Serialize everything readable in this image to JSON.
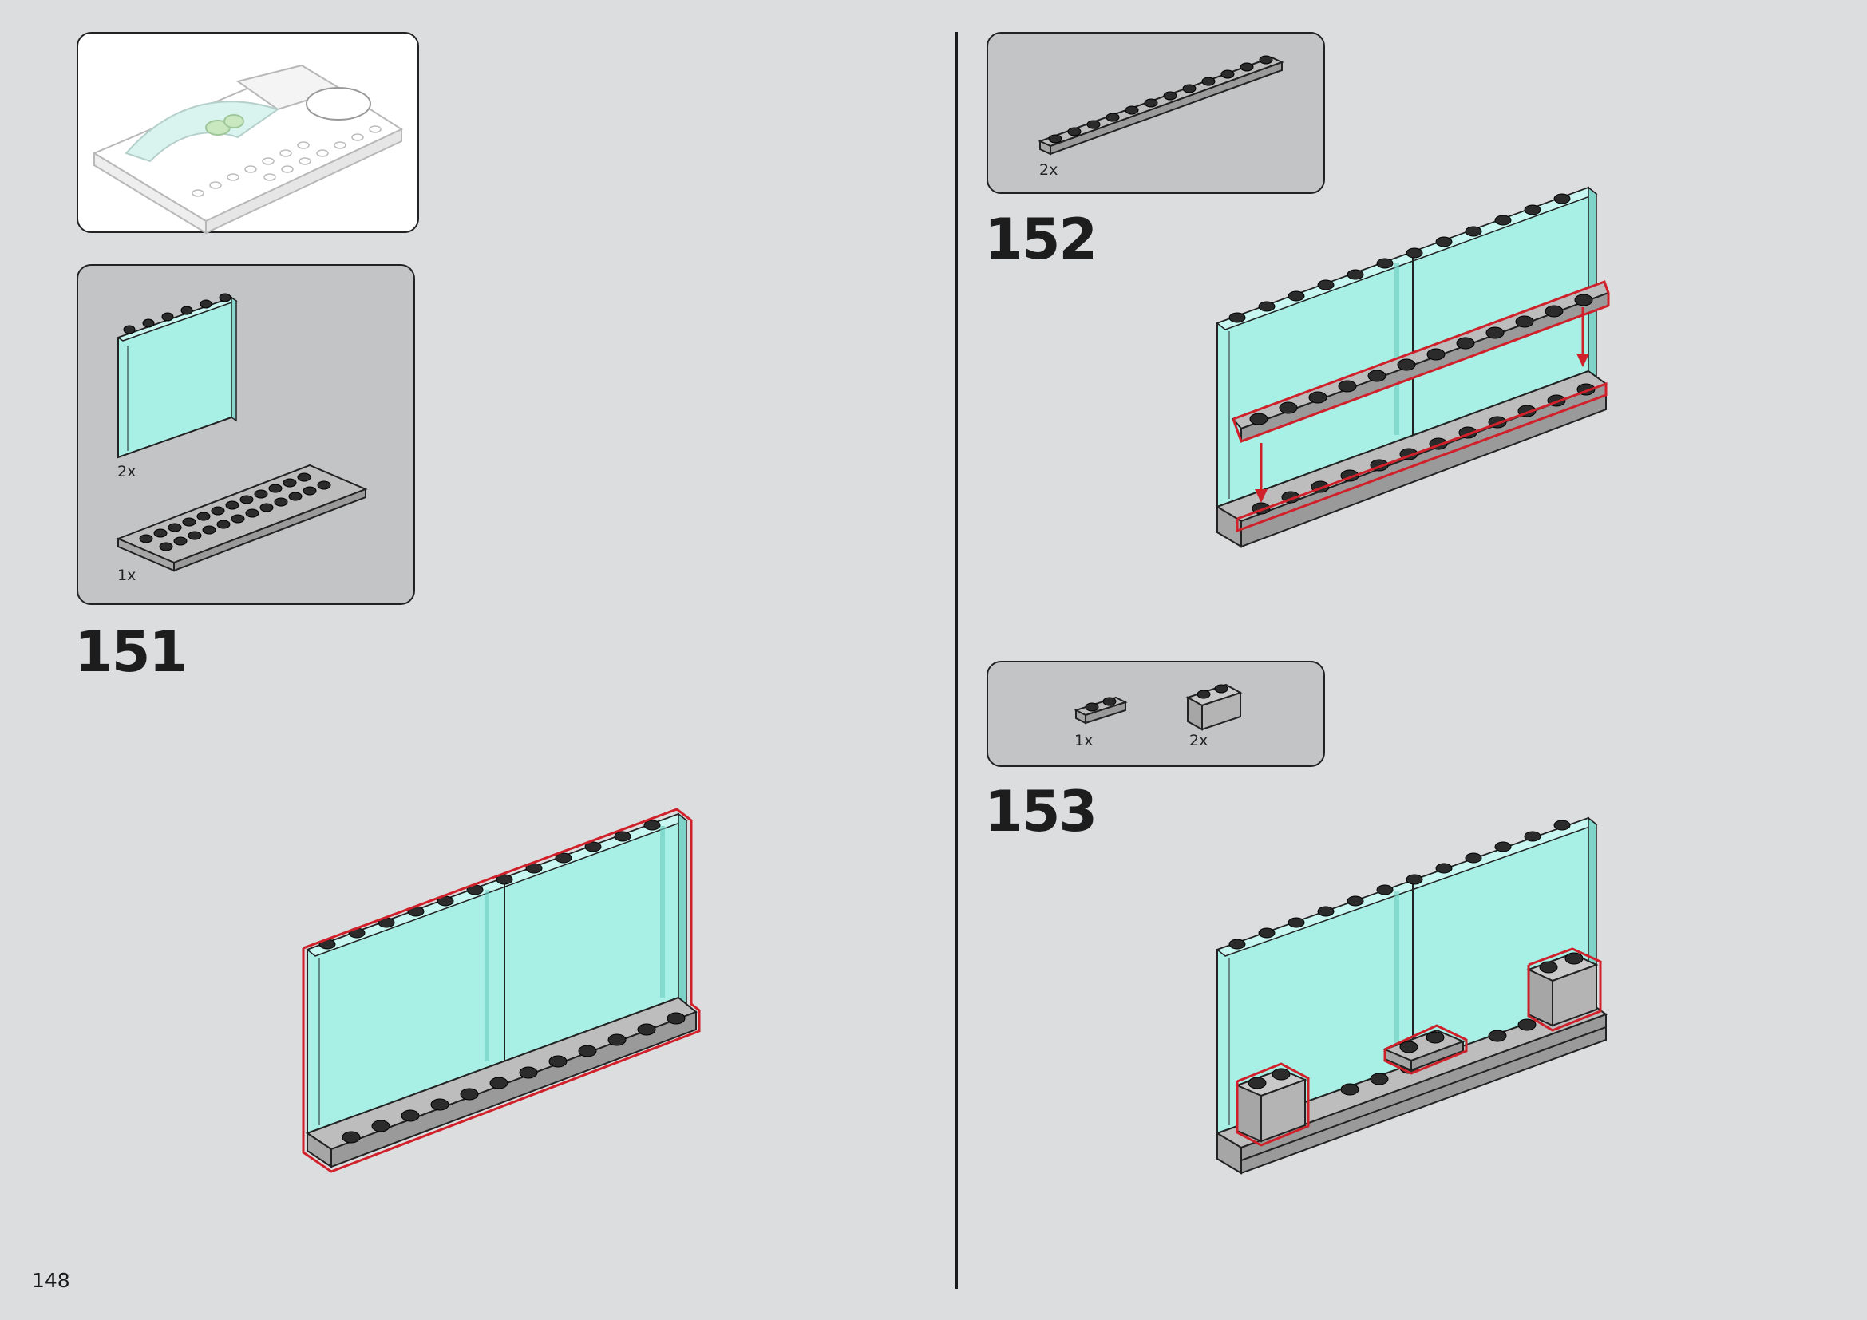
{
  "page": {
    "number": "148"
  },
  "steps": [
    {
      "number": "151",
      "parts": [
        {
          "qty": "2x"
        },
        {
          "qty": "1x"
        }
      ]
    },
    {
      "number": "152",
      "parts": [
        {
          "qty": "2x"
        }
      ]
    },
    {
      "number": "153",
      "parts": [
        {
          "qty": "1x"
        },
        {
          "qty": "2x"
        }
      ]
    }
  ],
  "colors": {
    "background": "#dcdddf",
    "parts_box": "#c3c4c6",
    "highlight": "#d0202a",
    "transparent_panel": "#a8efe6",
    "plate": "#bdbdbd",
    "stud": "#2b2b2b"
  }
}
